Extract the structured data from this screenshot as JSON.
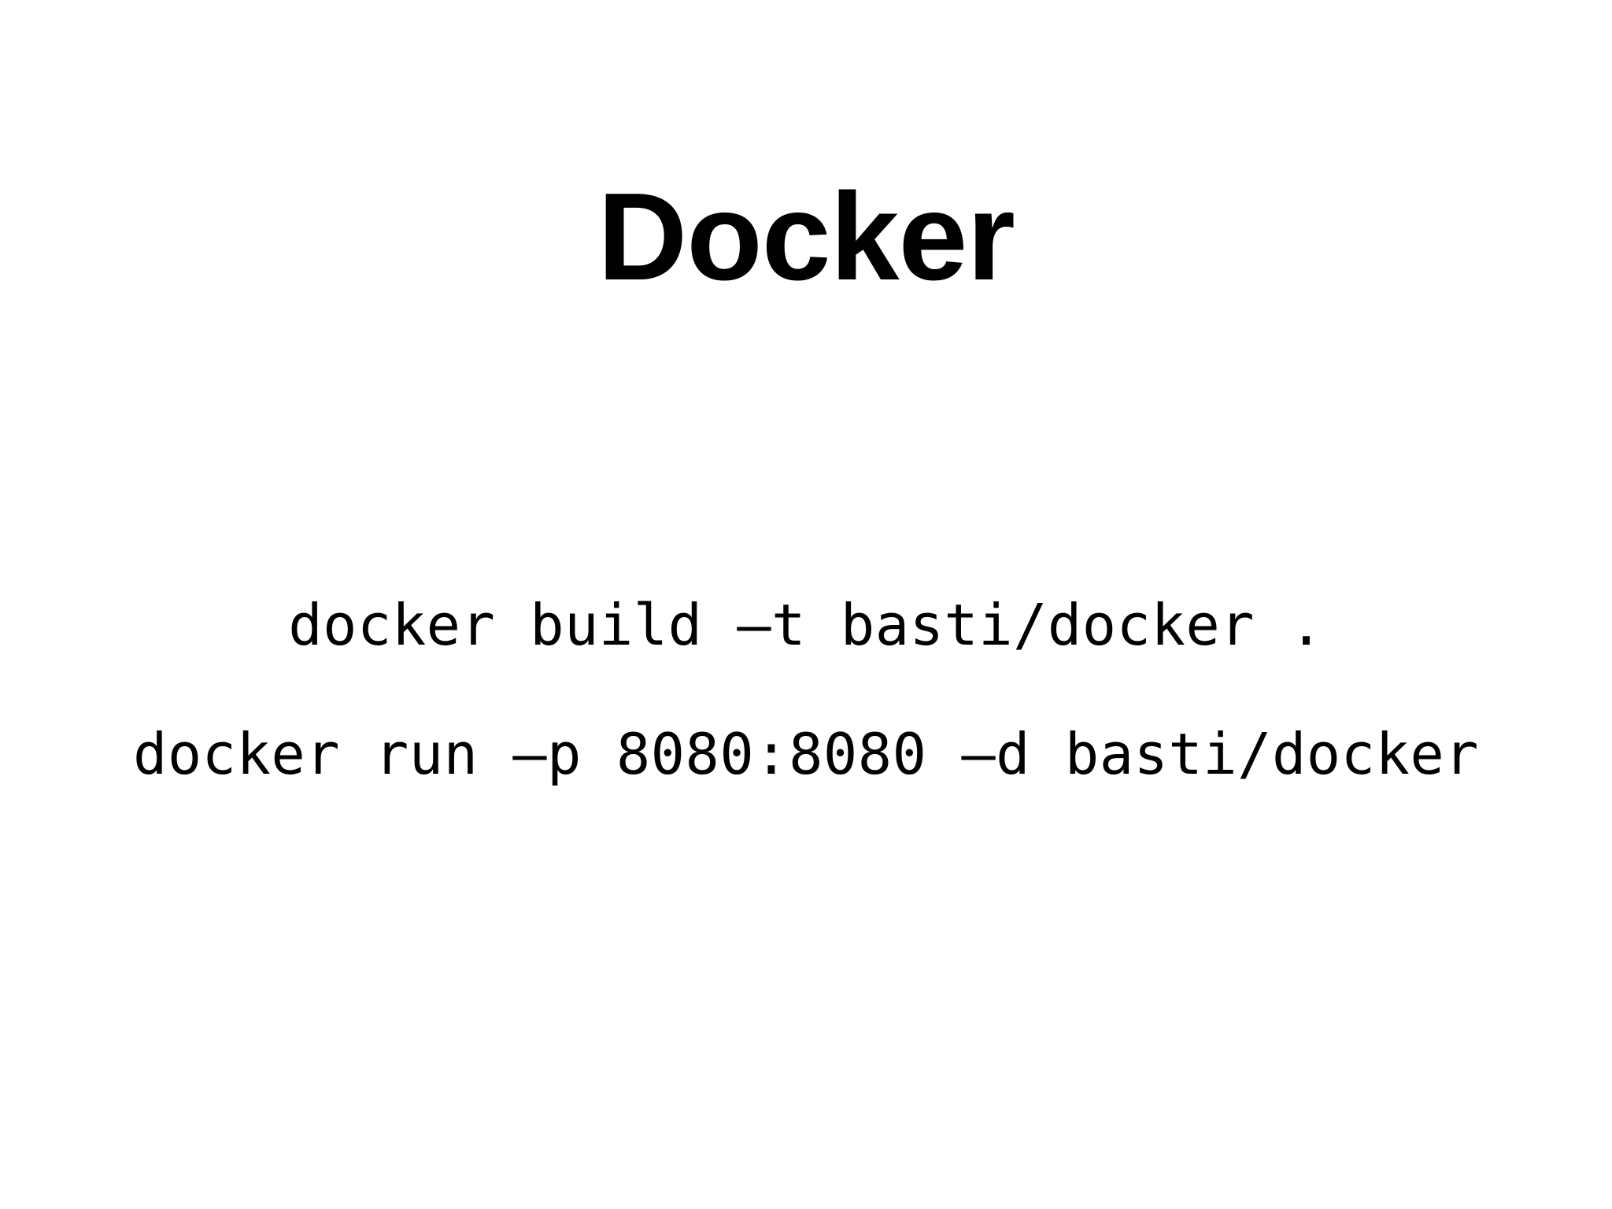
{
  "slide": {
    "title": "Docker",
    "background_color": "#ffffff",
    "text_color": "#000000",
    "code_lines": [
      "docker build –t basti/docker .",
      "docker run –p 8080:8080 –d basti/docker"
    ]
  }
}
